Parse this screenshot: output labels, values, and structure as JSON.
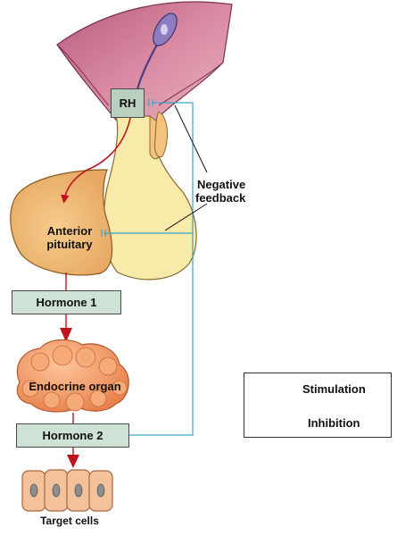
{
  "labels": {
    "rh": "RH",
    "negative_feedback_line1": "Negative",
    "negative_feedback_line2": "feedback",
    "anterior_pituitary_line1": "Anterior",
    "anterior_pituitary_line2": "pituitary",
    "hormone1": "Hormone 1",
    "endocrine_organ": "Endocrine organ",
    "hormone2": "Hormone 2",
    "target_cells": "Target cells"
  },
  "legend": {
    "stimulation": "Stimulation",
    "inhibition": "Inhibition"
  },
  "colors": {
    "stimulation_arrow": "#c0141c",
    "inhibition_line": "#3aa6c4",
    "box_fill": "#cfe2d6",
    "pituitary_anterior": "#f2c27e",
    "pituitary_posterior": "#f7e7a6",
    "hypothalamus": "#c7758f",
    "endocrine_organ": "#f0a070",
    "target_cells": "#f3c29a"
  }
}
